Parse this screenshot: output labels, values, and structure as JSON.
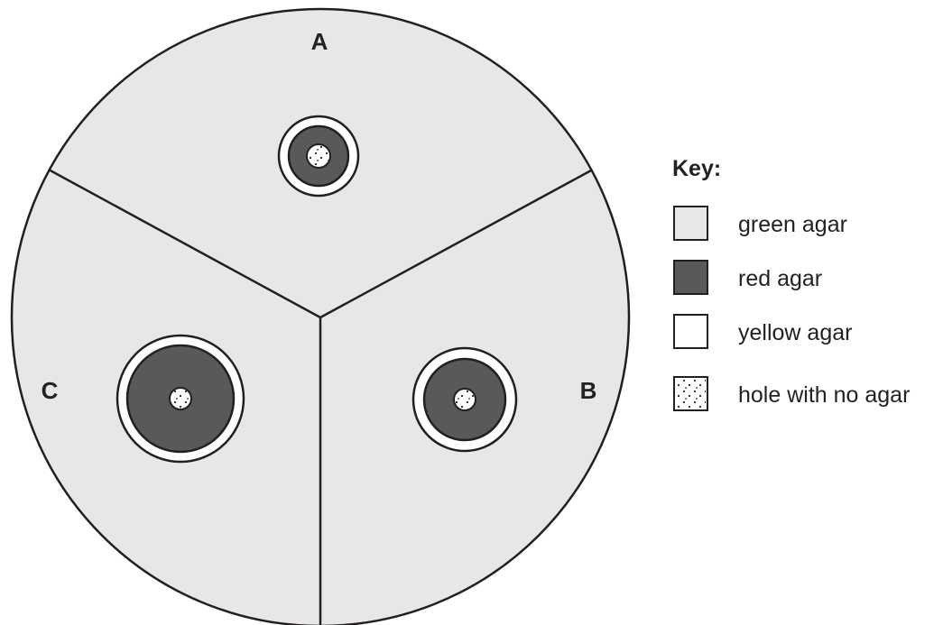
{
  "labels": {
    "A": "A",
    "B": "B",
    "C": "C"
  },
  "key": {
    "title": "Key:",
    "items": [
      {
        "label": "green agar",
        "color": "#e6e7e8"
      },
      {
        "label": "red agar",
        "color": "#58595b"
      },
      {
        "label": "yellow agar",
        "color": "#ffffff"
      },
      {
        "label": "hole with no agar",
        "color": "#ffffff"
      }
    ]
  },
  "colors": {
    "green_agar": "#e6e7e8",
    "red_agar": "#58595b",
    "yellow_agar": "#ffffff",
    "outline": "#231f20"
  }
}
